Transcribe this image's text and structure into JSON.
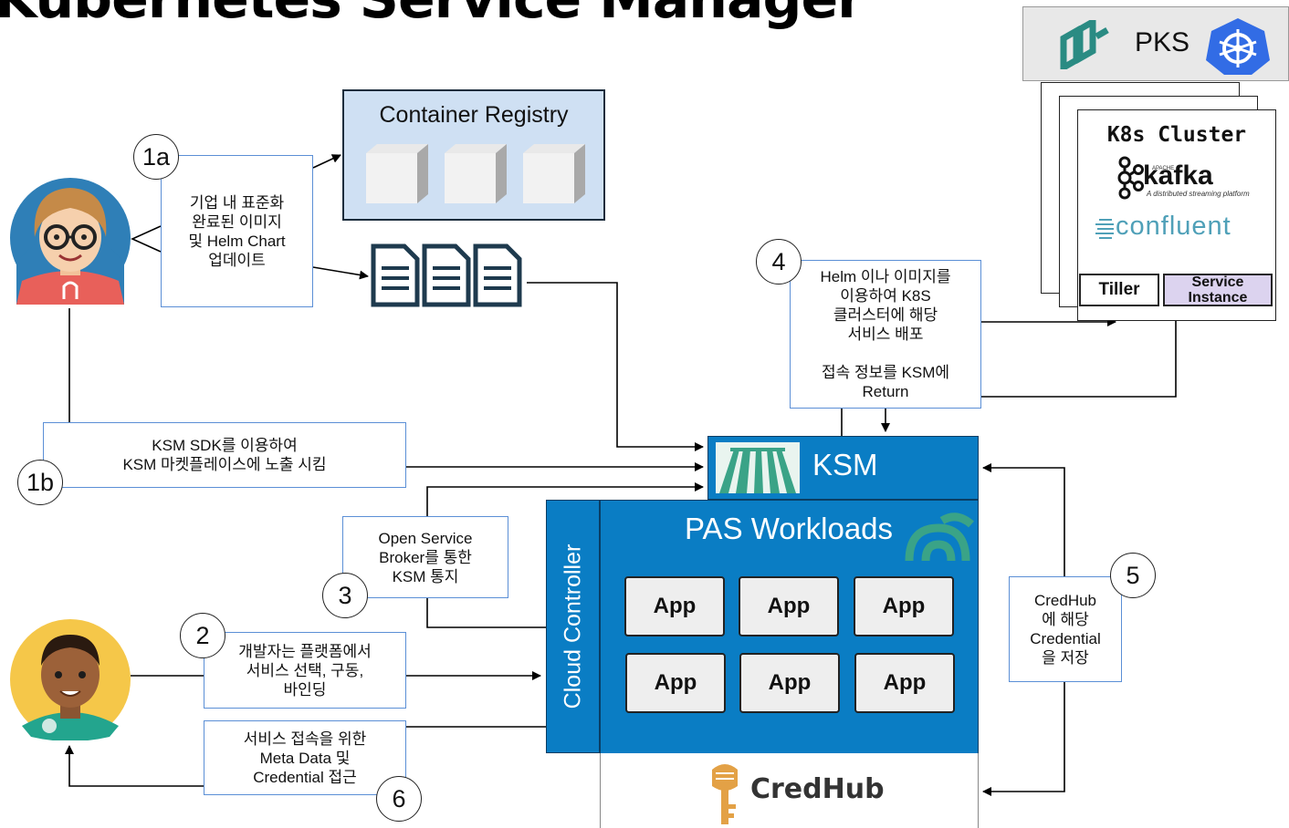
{
  "title": "Kubernetes Service Manager",
  "registry": {
    "title": "Container Registry"
  },
  "pks": {
    "label": "PKS"
  },
  "cluster": {
    "title": "K8s Cluster",
    "tiller": "Tiller",
    "service_instance": "Service\nInstance",
    "kafka": "kafka",
    "kafka_apache": "APACHE",
    "kafka_tagline": "A distributed streaming platform",
    "confluent": "confluent"
  },
  "ksm": {
    "label": "KSM"
  },
  "pas": {
    "title": "PAS Workloads",
    "apps": [
      "App",
      "App",
      "App",
      "App",
      "App",
      "App"
    ]
  },
  "cloud_controller": {
    "label": "Cloud Controller"
  },
  "credhub": {
    "label": "CredHub"
  },
  "steps": {
    "s1a": {
      "num": "1a",
      "text": "기업 내 표준화\n완료된 이미지\n및 Helm Chart\n업데이트"
    },
    "s1b": {
      "num": "1b",
      "text": "KSM SDK를 이용하여\nKSM 마켓플레이스에 노출 시킴"
    },
    "s2": {
      "num": "2",
      "text": "개발자는 플랫폼에서\n서비스 선택, 구동,\n바인딩"
    },
    "s3": {
      "num": "3",
      "text": "Open Service\nBroker를 통한\nKSM 통지"
    },
    "s4": {
      "num": "4",
      "text": "Helm 이나 이미지를\n이용하여 K8S\n클러스터에 해당\n서비스 배포\n\n접속 정보를 KSM에\nReturn"
    },
    "s5": {
      "num": "5",
      "text": "CredHub\n에 해당\nCredential\n을 저장"
    },
    "s6": {
      "num": "6",
      "text": "서비스 접속을 위한\nMeta Data 및\nCredential 접근"
    }
  },
  "colors": {
    "ksm_blue": "#0a7dc4",
    "registry_fill": "#cfe0f3",
    "note_border": "#5b8fd6",
    "service_instance": "#dcd3ef"
  }
}
